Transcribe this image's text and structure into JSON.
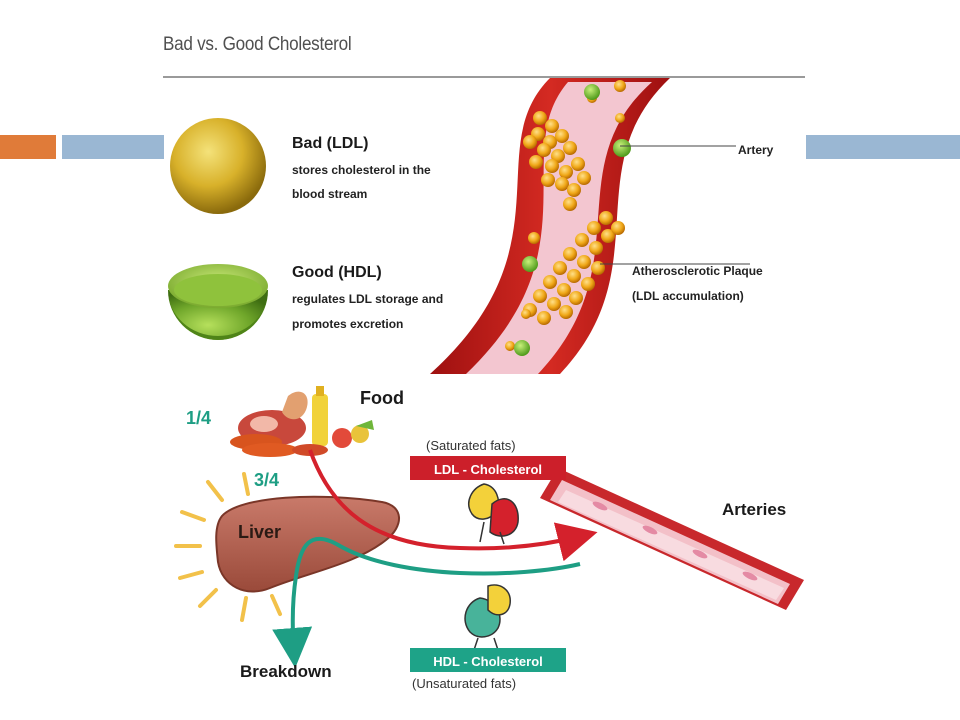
{
  "slide": {
    "accent_color": "#e07b39",
    "bar_color": "#9ab7d3"
  },
  "top_panel": {
    "title": "Bad vs. Good Cholesterol",
    "bad": {
      "heading": "Bad (LDL)",
      "desc_line1": "stores cholesterol in the",
      "desc_line2": "blood stream",
      "color": "#d9b12c"
    },
    "good": {
      "heading": "Good (HDL)",
      "desc_line1": "regulates LDL storage and",
      "desc_line2": "promotes excretion",
      "color": "#7fb83a"
    },
    "artery_label": "Artery",
    "plaque_label_line1": "Atherosclerotic Plaque",
    "plaque_label_line2": "(LDL accumulation)"
  },
  "bottom_panel": {
    "food_label": "Food",
    "fraction_food": "1/4",
    "fraction_liver": "3/4",
    "liver_label": "Liver",
    "saturated": "(Saturated fats)",
    "ldl_badge": "LDL - Cholesterol",
    "ldl_color": "#cc1f2a",
    "hdl_badge": "HDL - Cholesterol",
    "hdl_color": "#1ea388",
    "unsaturated": "(Unsaturated fats)",
    "arteries_label": "Arteries",
    "breakdown_label": "Breakdown"
  }
}
